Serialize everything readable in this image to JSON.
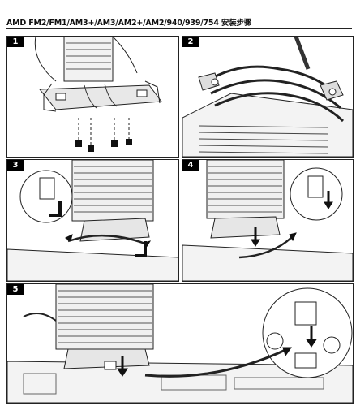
{
  "header": {
    "title": "AMD FM2/FM1/AM3+/AM3/AM2+/AM2/940/939/754 安装步骤"
  },
  "steps": [
    {
      "number": "1"
    },
    {
      "number": "2"
    },
    {
      "number": "3"
    },
    {
      "number": "4"
    },
    {
      "number": "5"
    }
  ],
  "accent_color": "#000000"
}
